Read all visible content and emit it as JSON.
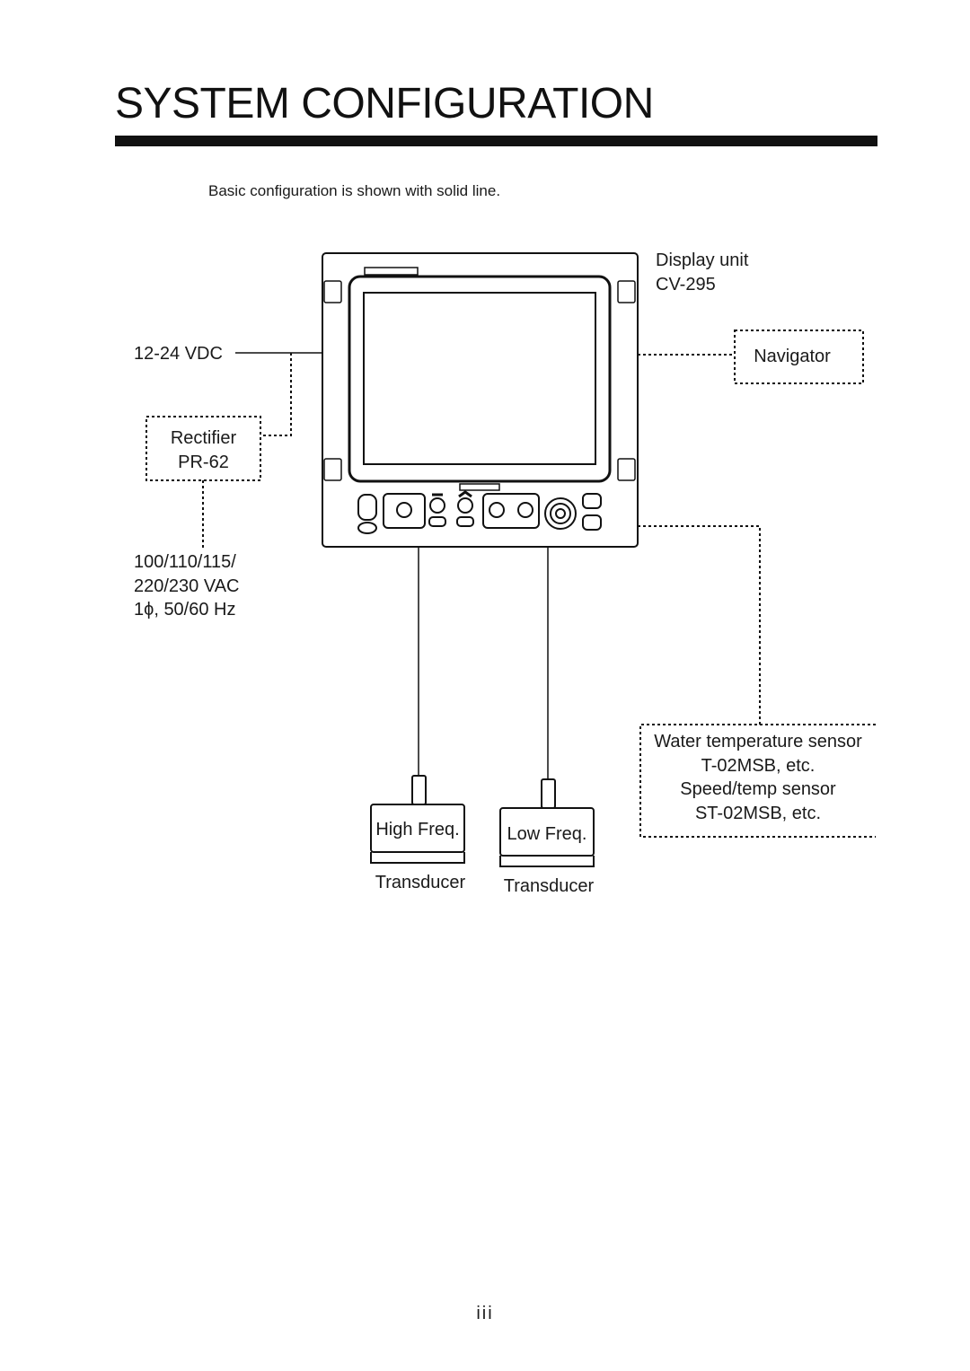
{
  "page": {
    "title": "SYSTEM CONFIGURATION",
    "note": "Basic configuration is shown with solid line.",
    "page_number": "iii"
  },
  "display_unit": {
    "name": "Display unit",
    "model": "CV-295"
  },
  "power_dc": {
    "label": "12-24 VDC"
  },
  "rectifier": {
    "name": "Rectifier",
    "model": "PR-62"
  },
  "power_ac": {
    "line1": "100/110/115/",
    "line2": "220/230 VAC",
    "line3": "1ϕ, 50/60 Hz"
  },
  "navigator": {
    "name": "Navigator"
  },
  "sensors": {
    "line1": "Water temperature sensor",
    "line2": "T-02MSB, etc.",
    "line3": "Speed/temp sensor",
    "line4": "ST-02MSB, etc."
  },
  "transducer_high": {
    "freq": "High Freq.",
    "label": "Transducer"
  },
  "transducer_low": {
    "freq": "Low Freq.",
    "label": "Transducer"
  }
}
